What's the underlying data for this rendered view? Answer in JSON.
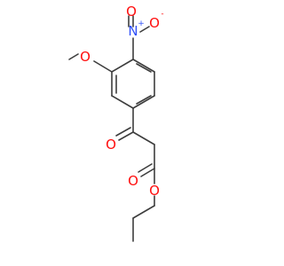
{
  "molecule": {
    "colors": {
      "bond": "#3d3d3d",
      "carbon": "#3d3d3d",
      "oxygen": "#ff0d0d",
      "nitrogen": "#3050f8"
    },
    "labels": {
      "nitro_n": "N",
      "nitro_n_charge": "+",
      "nitro_o_top": "O",
      "nitro_o_right": "O",
      "nitro_o_charge": "-",
      "methoxy_o": "O",
      "ketone_o": "O",
      "ester_carbonyl_o": "O",
      "ester_ether_o": "O"
    }
  }
}
